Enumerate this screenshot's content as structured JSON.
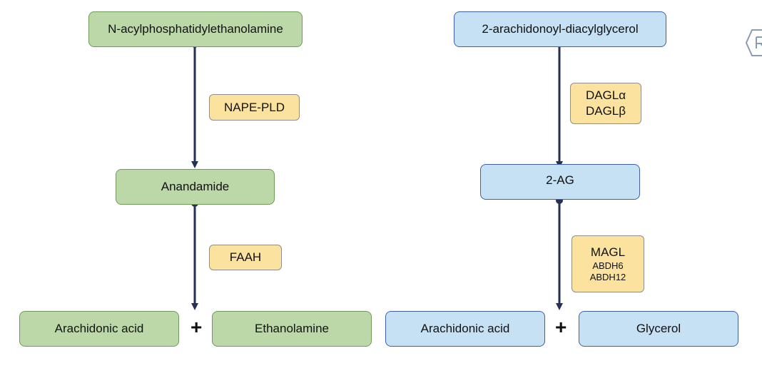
{
  "colors": {
    "green_fill": "#bcd8a8",
    "blue_fill": "#c6e0f4",
    "enzyme_fill": "#fbe39f",
    "arrow": "#253056"
  },
  "anandamide_pathway": {
    "precursor": "N-acylphosphatidylethanolamine",
    "enzyme_1": "NAPE-PLD",
    "intermediate": "Anandamide",
    "enzyme_2": "FAAH",
    "product_1": "Arachidonic acid",
    "plus": "+",
    "product_2": "Ethanolamine"
  },
  "two_ag_pathway": {
    "precursor": "2-arachidonoyl-diacylglycerol",
    "enzyme_1_line_1": "DAGLα",
    "enzyme_1_line_2": "DAGLβ",
    "intermediate": "2-AG",
    "enzyme_2_main": "MAGL",
    "enzyme_2_line_2": "ABDH6",
    "enzyme_2_line_3": "ABDH12",
    "product_1": "Arachidonic acid",
    "plus": "+",
    "product_2": "Glycerol"
  },
  "corner_icon": "r-badge-icon"
}
